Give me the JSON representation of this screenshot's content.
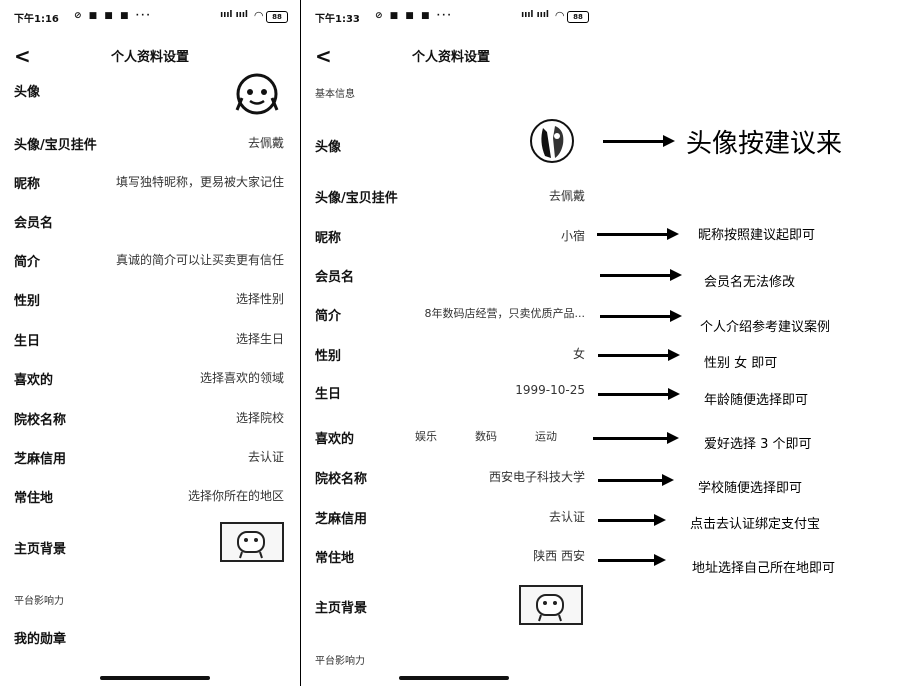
{
  "left": {
    "status": {
      "time": "下午1:16",
      "icons": "⊘ ■ ■ ■ ···",
      "signal": "ıııl ıııl",
      "battery": "88"
    },
    "title": "个人资料设置",
    "back": "<",
    "rows": [
      {
        "label": "头像",
        "value": ""
      },
      {
        "label": "头像/宝贝挂件",
        "value": "去佩戴"
      },
      {
        "label": "昵称",
        "value": "填写独特昵称，更易被大家记住"
      },
      {
        "label": "会员名",
        "value": ""
      },
      {
        "label": "简介",
        "value": "真诚的简介可以让买卖更有信任"
      },
      {
        "label": "性别",
        "value": "选择性别"
      },
      {
        "label": "生日",
        "value": "选择生日"
      },
      {
        "label": "喜欢的",
        "value": "选择喜欢的领域"
      },
      {
        "label": "院校名称",
        "value": "选择院校"
      },
      {
        "label": "芝麻信用",
        "value": "去认证"
      },
      {
        "label": "常住地",
        "value": "选择你所在的地区"
      },
      {
        "label": "主页背景",
        "value": ""
      }
    ],
    "section_platform": "平台影响力",
    "medal": "我的勋章"
  },
  "right": {
    "status": {
      "time": "下午1:33",
      "icons": "⊘ ■ ■ ■ ···",
      "signal": "ıııl ıııl",
      "battery": "88"
    },
    "title": "个人资料设置",
    "back": "<",
    "section_basic": "基本信息",
    "rows": [
      {
        "label": "头像",
        "value": ""
      },
      {
        "label": "头像/宝贝挂件",
        "value": "去佩戴"
      },
      {
        "label": "昵称",
        "value": "小宿"
      },
      {
        "label": "会员名",
        "value": ""
      },
      {
        "label": "简介",
        "value": "8年数码店经营，只卖优质产品..."
      },
      {
        "label": "性别",
        "value": "女"
      },
      {
        "label": "生日",
        "value": "1999-10-25"
      },
      {
        "label": "喜欢的",
        "value": ""
      },
      {
        "label": "院校名称",
        "value": "西安电子科技大学"
      },
      {
        "label": "芝麻信用",
        "value": "去认证"
      },
      {
        "label": "常住地",
        "value": "陕西 西安"
      },
      {
        "label": "主页背景",
        "value": ""
      }
    ],
    "hobbies": [
      "娱乐",
      "数码",
      "运动"
    ],
    "section_platform": "平台影响力"
  },
  "annotations": [
    "头像按建议来",
    "昵称按照建议起即可",
    "会员名无法修改",
    "个人介绍参考建议案例",
    "性别 女 即可",
    "年龄随便选择即可",
    "爱好选择 3 个即可",
    "学校随便选择即可",
    "点击去认证绑定支付宝",
    "地址选择自己所在地即可"
  ]
}
